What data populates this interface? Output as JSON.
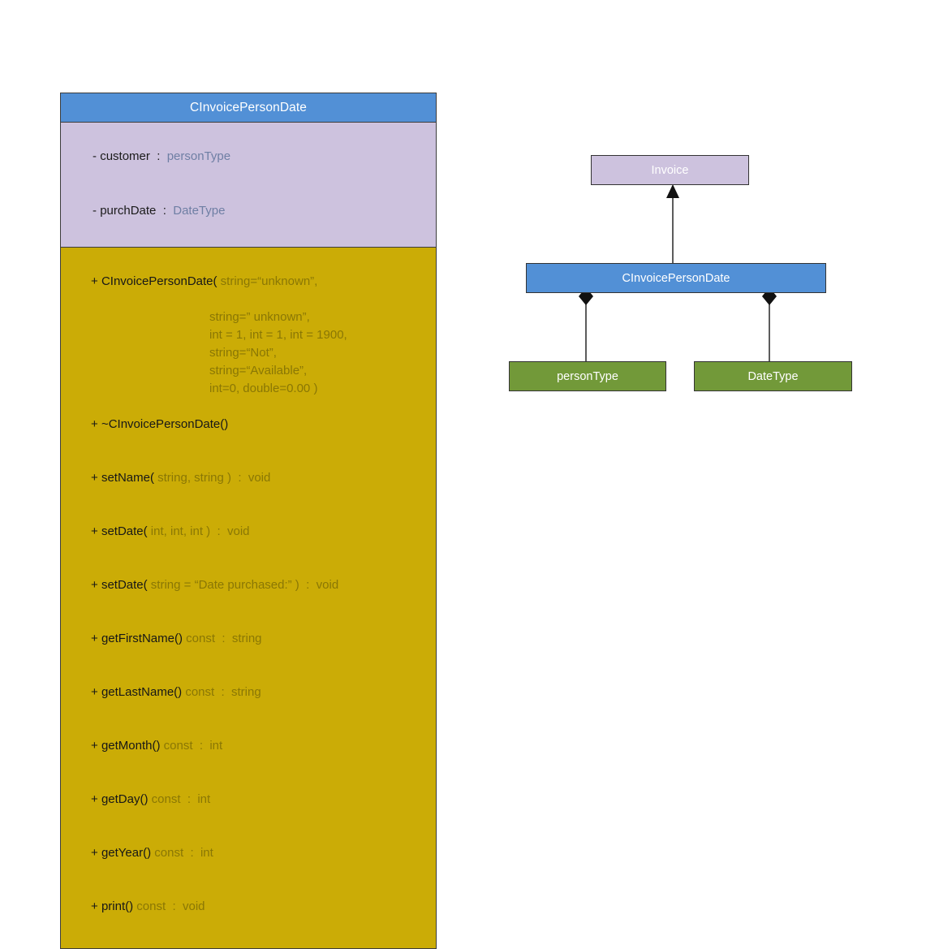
{
  "diagram": {
    "title": "CInvoicePersonDate UML class diagram",
    "colors": {
      "header_blue": "#5290D6",
      "attribute_lavender": "#CDC2DE",
      "method_gold": "#CBAC06",
      "type_green": "#729939",
      "border": "#333333",
      "dim_text": "#8a7705",
      "attr_type_text": "#6f7fa4"
    }
  },
  "class_card": {
    "name": "CInvoicePersonDate",
    "attributes": [
      {
        "visibility": "-",
        "name": "customer",
        "separator": "  :  ",
        "type": "personType"
      },
      {
        "visibility": "-",
        "name": "purchDate",
        "separator": "  :  ",
        "type": "DateType"
      }
    ],
    "methods": [
      {
        "signature": "+ CInvoicePersonDate(",
        "params": " string=“unknown”,",
        "continuations": [
          "string=” unknown”,",
          "int = 1, int = 1, int = 1900,",
          "string=“Not”,",
          "string=“Available”,",
          "int=0, double=0.00 )"
        ]
      },
      {
        "signature": "+ ~CInvoicePersonDate()",
        "params": "",
        "continuations": []
      },
      {
        "signature": "+ setName(",
        "params": " string, string )  :  void",
        "continuations": []
      },
      {
        "signature": "+ setDate(",
        "params": " int, int, int )  :  void",
        "continuations": []
      },
      {
        "signature": "+ setDate(",
        "params": " string = “Date purchased:” )  :  void",
        "continuations": []
      },
      {
        "signature": "+ getFirstName()",
        "params": " const  :  string",
        "continuations": []
      },
      {
        "signature": "+ getLastName()",
        "params": " const  :  string",
        "continuations": []
      },
      {
        "signature": "+ getMonth()",
        "params": " const  :  int",
        "continuations": []
      },
      {
        "signature": "+ getDay()",
        "params": " const  :  int",
        "continuations": []
      },
      {
        "signature": "+ getYear()",
        "params": " const  :  int",
        "continuations": []
      },
      {
        "signature": "+ print()",
        "params": " const  :  void",
        "continuations": []
      }
    ]
  },
  "relationship_diagram": {
    "nodes": {
      "invoice": "Invoice",
      "cinvoice": "CInvoicePersonDate",
      "person_type": "personType",
      "date_type": "DateType"
    },
    "relations": [
      {
        "from": "CInvoicePersonDate",
        "to": "Invoice",
        "kind": "generalization",
        "marker": "hollow-triangle-filled"
      },
      {
        "from": "CInvoicePersonDate",
        "to": "personType",
        "kind": "composition",
        "marker": "filled-diamond"
      },
      {
        "from": "CInvoicePersonDate",
        "to": "DateType",
        "kind": "composition",
        "marker": "filled-diamond"
      }
    ]
  }
}
